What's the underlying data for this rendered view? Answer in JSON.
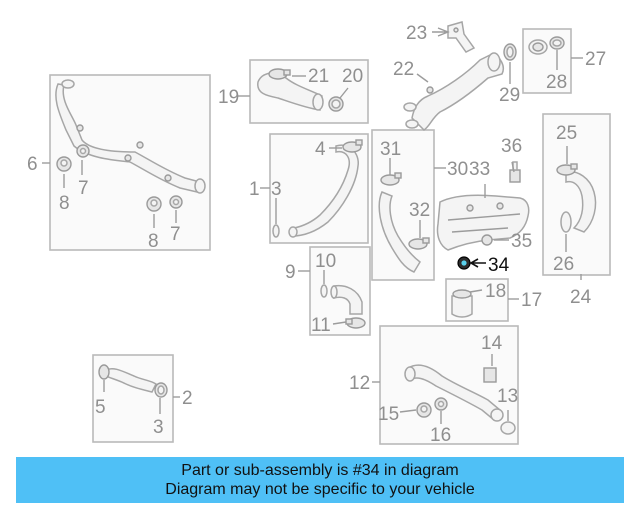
{
  "banner": {
    "line1": "Part or sub-assembly is #34 in diagram",
    "line2": "Diagram may not be specific to your vehicle",
    "background_color": "#4fc0f6"
  },
  "highlighted_part": "34",
  "callouts": {
    "c1": "1",
    "c2": "2",
    "c3a": "3",
    "c3b": "3",
    "c4": "4",
    "c5": "5",
    "c6": "6",
    "c7a": "7",
    "c7b": "7",
    "c8a": "8",
    "c8b": "8",
    "c9": "9",
    "c10": "10",
    "c11": "11",
    "c12": "12",
    "c13": "13",
    "c14": "14",
    "c15": "15",
    "c16": "16",
    "c17": "17",
    "c18": "18",
    "c19": "19",
    "c20": "20",
    "c21": "21",
    "c22": "22",
    "c23": "23",
    "c24": "24",
    "c25": "25",
    "c26": "26",
    "c27": "27",
    "c28": "28",
    "c29": "29",
    "c30": "30",
    "c31": "31",
    "c32": "32",
    "c33": "33",
    "c34": "34",
    "c35": "35",
    "c36": "36"
  }
}
